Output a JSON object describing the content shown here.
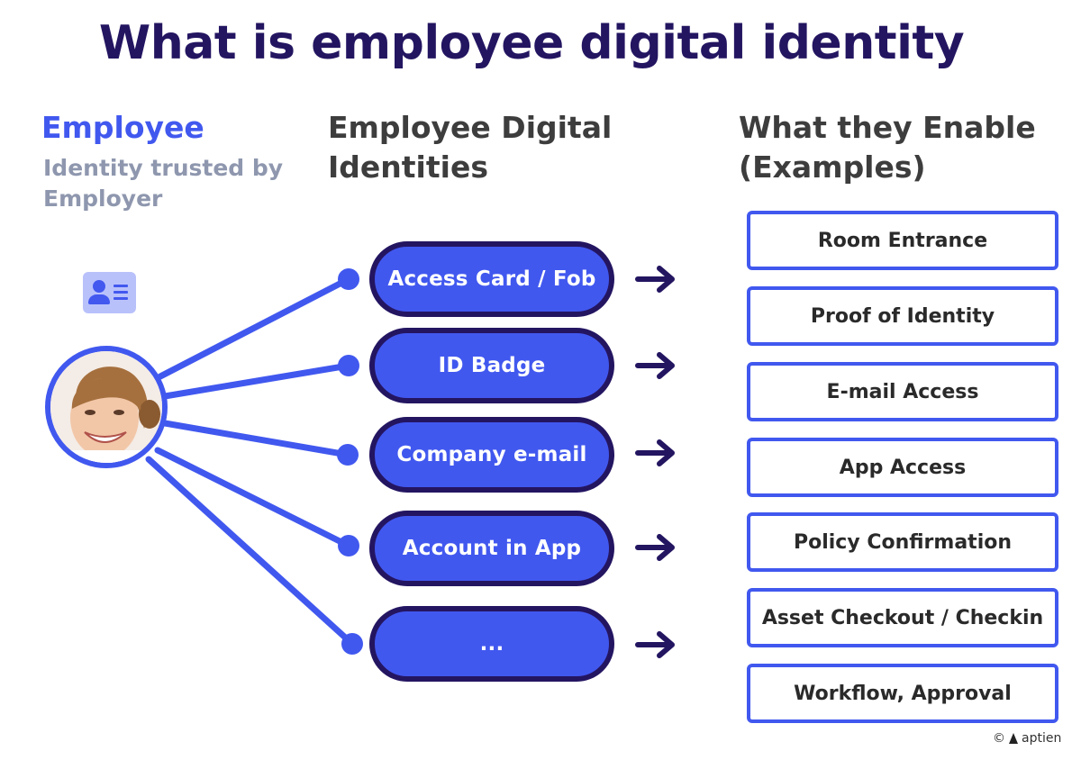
{
  "title": "What is employee digital identity",
  "columns": {
    "employee": {
      "heading": "Employee",
      "subheading_line1": "Identity trusted by",
      "subheading_line2": "Employer"
    },
    "identities": {
      "heading_line1": "Employee Digital",
      "heading_line2": "Identities"
    },
    "enables": {
      "heading_line1": "What they Enable",
      "heading_line2": "(Examples)"
    }
  },
  "identities": [
    "Access Card / Fob",
    "ID Badge",
    "Company e-mail",
    "Account in App",
    "..."
  ],
  "enables": [
    "Room Entrance",
    "Proof of Identity",
    "E-mail Access",
    "App Access",
    "Policy Confirmation",
    "Asset Checkout / Checkin",
    "Workflow, Approval"
  ],
  "footer": {
    "copyright_symbol": "©",
    "brand": "aptien"
  },
  "icons": {
    "id_card": "id-card-icon",
    "arrow": "arrow-right-icon",
    "avatar": "employee-photo"
  },
  "colors": {
    "title": "#241561",
    "accent": "#4158ef",
    "pill_border": "#241561",
    "heading": "#3d3d3d",
    "subheading": "#8e97ae"
  }
}
